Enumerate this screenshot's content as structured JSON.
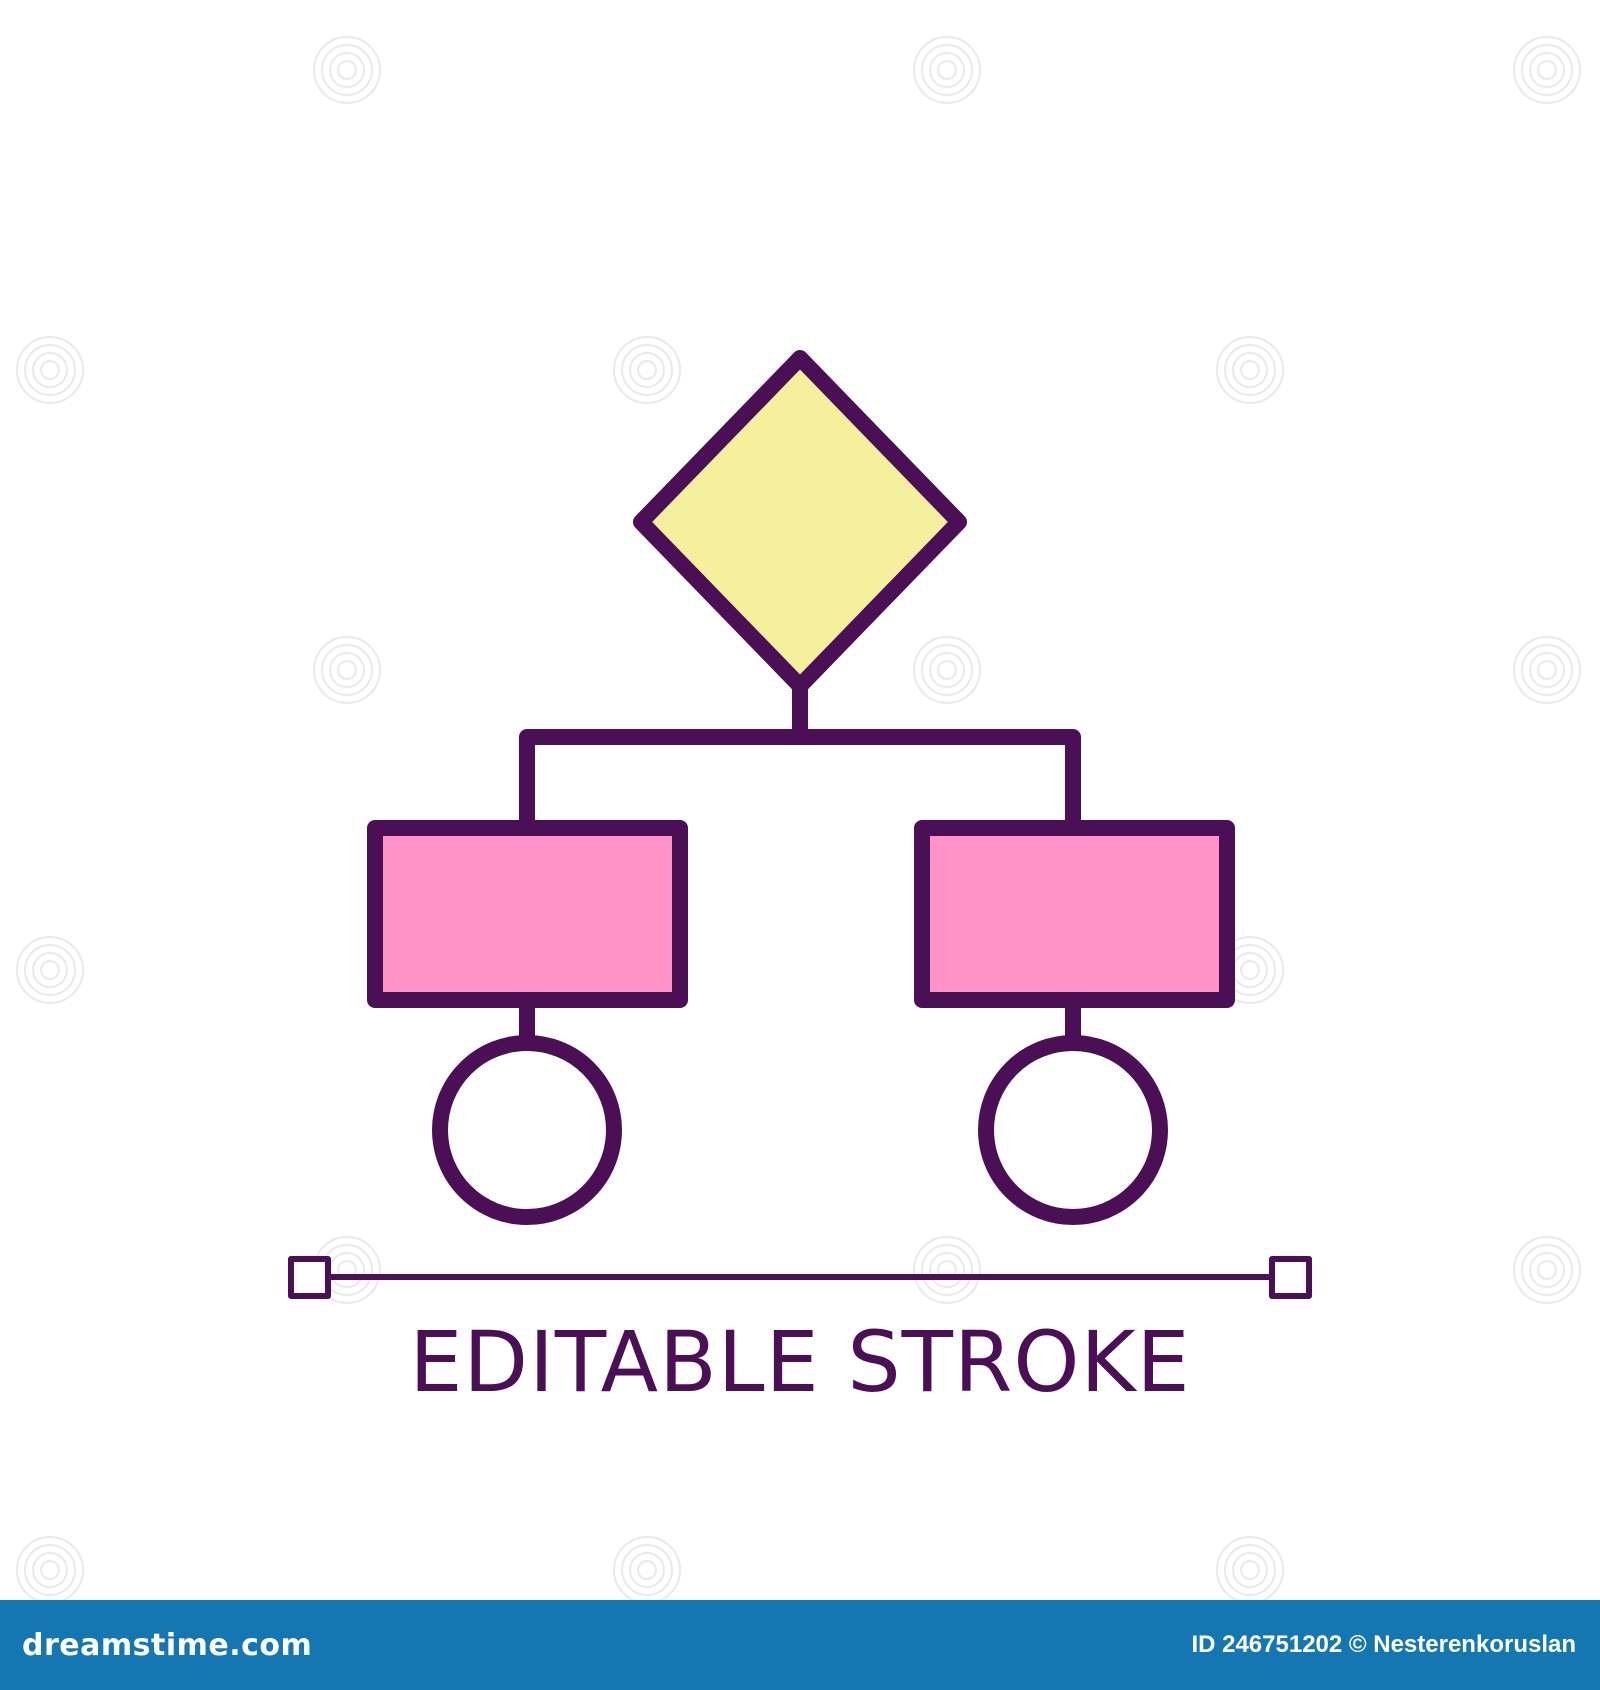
{
  "caption": "EDITABLE STROKE",
  "footer": {
    "logo": "dreamstime.com",
    "id_text": "ID 246751202 © Nesterenkoruslan"
  },
  "watermark": {
    "icon": "dreamstime-spiral-icon"
  },
  "colors": {
    "stroke": "#4a0f55",
    "diamond_fill": "#f5f09c",
    "rect_fill": "#ff92c6",
    "circle_fill": "#ffffff",
    "footer_bar": "#1477b2",
    "background": "#ffffff"
  }
}
